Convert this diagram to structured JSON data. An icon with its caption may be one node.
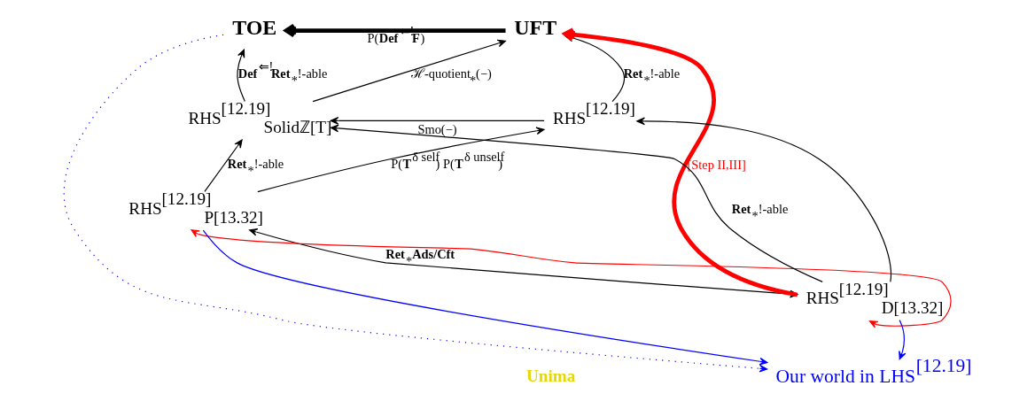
{
  "diagram": {
    "nodes": [
      {
        "text": [
          "**TOE**"
        ]
      },
      {
        "text": [
          "**UFT**"
        ]
      },
      {
        "text": [
          "RHS$^{[12.19]}$$_{Solidℤ[T]}$"
        ]
      },
      {
        "text": [
          "RHS$^{[12.19]}$"
        ]
      },
      {
        "text": [
          "RHS$^{[12.19]}$$_{P[13.32]}$"
        ]
      },
      {
        "text": [
          "RHS$^{[12.19]}$$_{D[13.32]}$"
        ]
      },
      {
        "text": [
          "Our world in LHS$^{[12.19]}$"
        ]
      }
    ],
    "edges": [
      {
        "from": 1,
        "to": 0,
        "arrow": "to",
        "label": "P(**Def**$^{⇐!}$**F**)",
        "style": "thick"
      },
      {
        "from": 2,
        "to": 0,
        "arrow": "to",
        "label": "**Def**$^{⇐!}$**Ret**$_{*}$!-able"
      },
      {
        "from": 2,
        "to": 1,
        "arrow": "to",
        "label": "ℋ-quotient$_{*}$(−)"
      },
      {
        "from": 3,
        "to": 1,
        "arrow": "to",
        "label": "**Ret**$_{*}$!-able"
      },
      {
        "from": 3,
        "to": 2,
        "arrow": "to",
        "label": "Smo(−)"
      },
      {
        "from": 4,
        "to": 2,
        "arrow": "to",
        "label": "**Ret**$_{*}$!-able"
      },
      {
        "from": 4,
        "to": 3,
        "arrow": "to",
        "label": "P(**T**$^{δ self}$) P(**T**$^{δ unself}$)"
      },
      {
        "from": 5,
        "to": 3,
        "arrow": "to"
      },
      {
        "from": 4,
        "to": 5,
        "arrow": "both",
        "label": "**Ret**$_{*}$**Ads/Cft**"
      },
      {
        "from": 5,
        "to": 1,
        "arrow": "to",
        "label": "[Step II,III]",
        "style": "thick",
        "color": "#ff0000"
      },
      {
        "from": 4,
        "to": 5,
        "arrow": "both",
        "color": "#ff0000"
      },
      {
        "from": 5,
        "to": 2,
        "arrow": "to",
        "label": "**Ret**$_{*}$!-able"
      },
      {
        "from": 0,
        "to": 6,
        "arrow": "to",
        "style": "dashed",
        "color": "#0000ff"
      },
      {
        "from": 4,
        "to": 6,
        "arrow": "to",
        "color": "#0000ff"
      },
      {
        "from": 5,
        "to": 6,
        "arrow": "to",
        "color": "#0000ff"
      }
    ],
    "labels": [
      "**Unima**"
    ]
  }
}
